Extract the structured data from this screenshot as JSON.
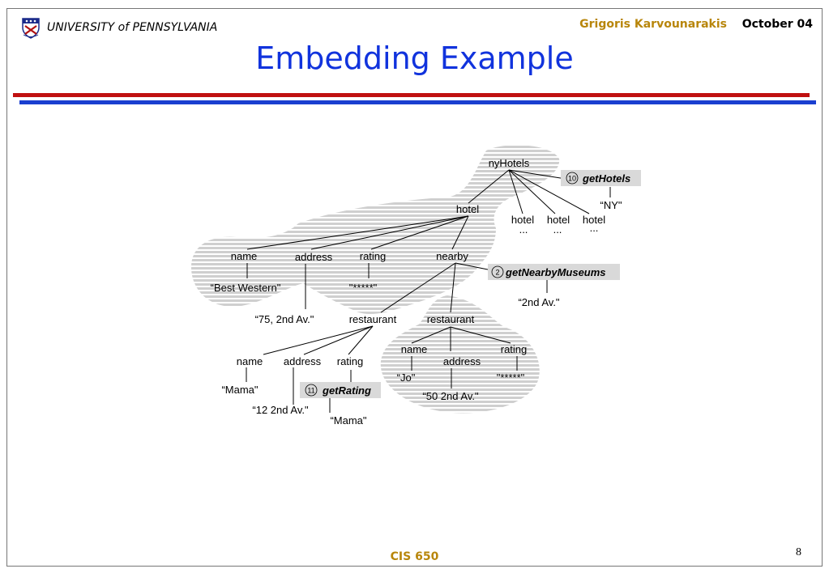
{
  "header": {
    "university": "UNIVERSITY of PENNSYLVANIA",
    "author": "Grigoris Karvounarakis",
    "date": "October 04"
  },
  "title": "Embedding Example",
  "footer": {
    "course": "CIS 650",
    "page_number": "8"
  },
  "diagram": {
    "nodes": {
      "nyhotels": "nyHotels",
      "hotel": "hotel",
      "hotel2": "hotel",
      "hotel3": "hotel",
      "hotel4": "hotel",
      "dots2": "...",
      "dots3": "...",
      "dots4": "...",
      "ny": "“NY\"",
      "name": "name",
      "address": "address",
      "rating": "rating",
      "nearby": "nearby",
      "best_western": "“Best Western\"",
      "stars1": "\"*****\"",
      "addr_75": "“75, 2nd Av.\"",
      "second_av": "“2nd Av.\"",
      "restaurant1": "restaurant",
      "restaurant2": "restaurant",
      "r1_name": "name",
      "r1_address": "address",
      "r1_rating": "rating",
      "mama1": "“Mama\"",
      "addr_12": "“12 2nd Av.\"",
      "mama2": "“Mama\"",
      "r2_name": "name",
      "r2_address": "address",
      "r2_rating": "rating",
      "jo": "“Jo\"",
      "addr_50": "“50 2nd Av.\"",
      "stars2": "\"*****\""
    },
    "calls": {
      "get_hotels": {
        "number": "10",
        "name": "getHotels"
      },
      "get_nearby_museums": {
        "number": "2",
        "name": "getNearbyMuseums"
      },
      "get_rating": {
        "number": "11",
        "name": "getRating"
      }
    }
  }
}
